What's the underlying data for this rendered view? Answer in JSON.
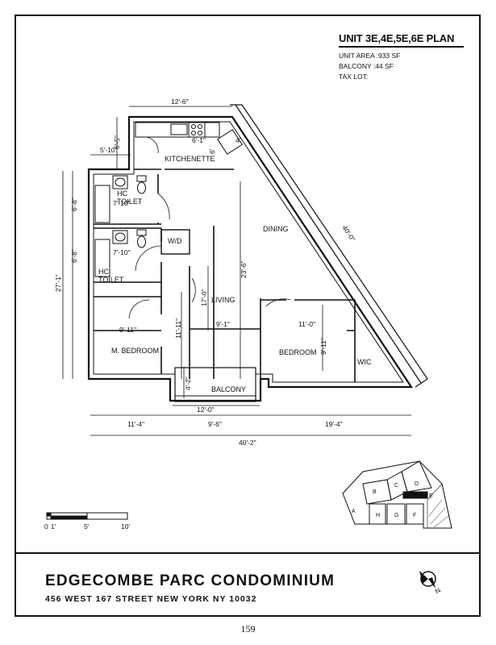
{
  "plan": {
    "title": "UNIT 3E,4E,5E,6E PLAN",
    "unit_area": "UNIT AREA :933 SF",
    "balcony_area": "BALCONY :44 SF",
    "tax_lot": "TAX LOT:"
  },
  "rooms": {
    "kitchenette": "KITCHENETTE",
    "hc_toilet_1": "HC\nTOILET",
    "hc_toilet_2": "HC\nTOILET",
    "wd": "W/D",
    "dining": "DINING",
    "living": "LIVING",
    "m_bedroom": "M. BEDROOM",
    "bedroom": "BEDROOM",
    "wic": "WIC",
    "balcony": "BALCONY"
  },
  "dimensions": {
    "top_width": "12'-6\"",
    "kitchen_6_5": "6'-5\"",
    "kitchen_6_1": "6'-1\"",
    "kitchen_6": "6'",
    "kitchen_4": "4'",
    "left_5_10": "5'-10\"",
    "left_6_8_a": "6'-8\"",
    "left_6_8_b": "6'-8\"",
    "left_27_1": "27'-1\"",
    "toilet_7_10_a": "7'-10\"",
    "toilet_7_10_b": "7'-10\"",
    "diag_40_0": "40'-0\"",
    "dining_23_6": "23'-6\"",
    "living_17_0": "17'-0\"",
    "mbed_9_11": "9'-11\"",
    "mbed_11_11": "11'-11\"",
    "living_9_1": "9'-1\"",
    "bed_11_0": "11'-0\"",
    "bed_9_11": "9'-11\"",
    "balc_4_2": "4'-2\"",
    "balc_12_0": "12'-0\"",
    "bottom_11_4": "11'-4\"",
    "bottom_9_6": "9'-6\"",
    "bottom_19_4": "19'-4\"",
    "bottom_40_2": "40'-2\""
  },
  "scale": {
    "s0": "0",
    "s1": "1'",
    "s5": "5'",
    "s10": "10'"
  },
  "key_plan": {
    "a": "A",
    "b": "B",
    "c": "C",
    "d": "D",
    "e": "E",
    "f": "F",
    "g": "G",
    "h": "H"
  },
  "north": "N",
  "project": {
    "name": "EDGECOMBE PARC CONDOMINIUM",
    "address": "456 WEST 167 STREET NEW YORK NY 10032"
  },
  "page_number": "159"
}
